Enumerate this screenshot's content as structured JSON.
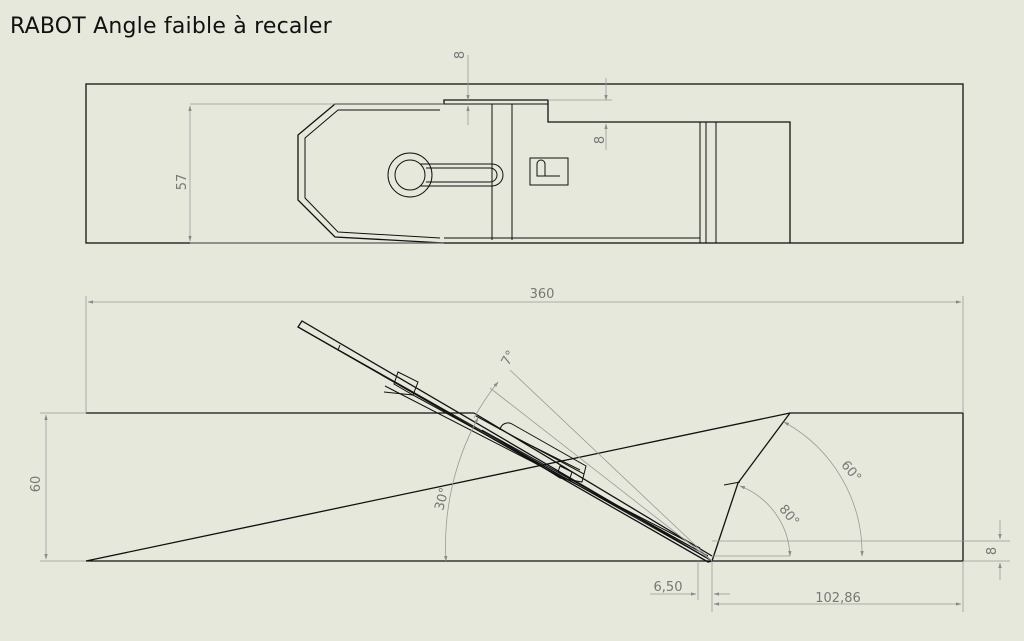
{
  "title": "RABOT Angle faible à recaler",
  "dimensions": {
    "top_slot": "8",
    "step": "8",
    "width": "57",
    "length": "360",
    "height": "60",
    "blade_gap": "7°",
    "bed_angle": "30°",
    "front_angle_inner": "80°",
    "front_angle_outer": "60°",
    "mouth_offset": "6,50",
    "front_length": "102,86",
    "sole_step": "8"
  }
}
